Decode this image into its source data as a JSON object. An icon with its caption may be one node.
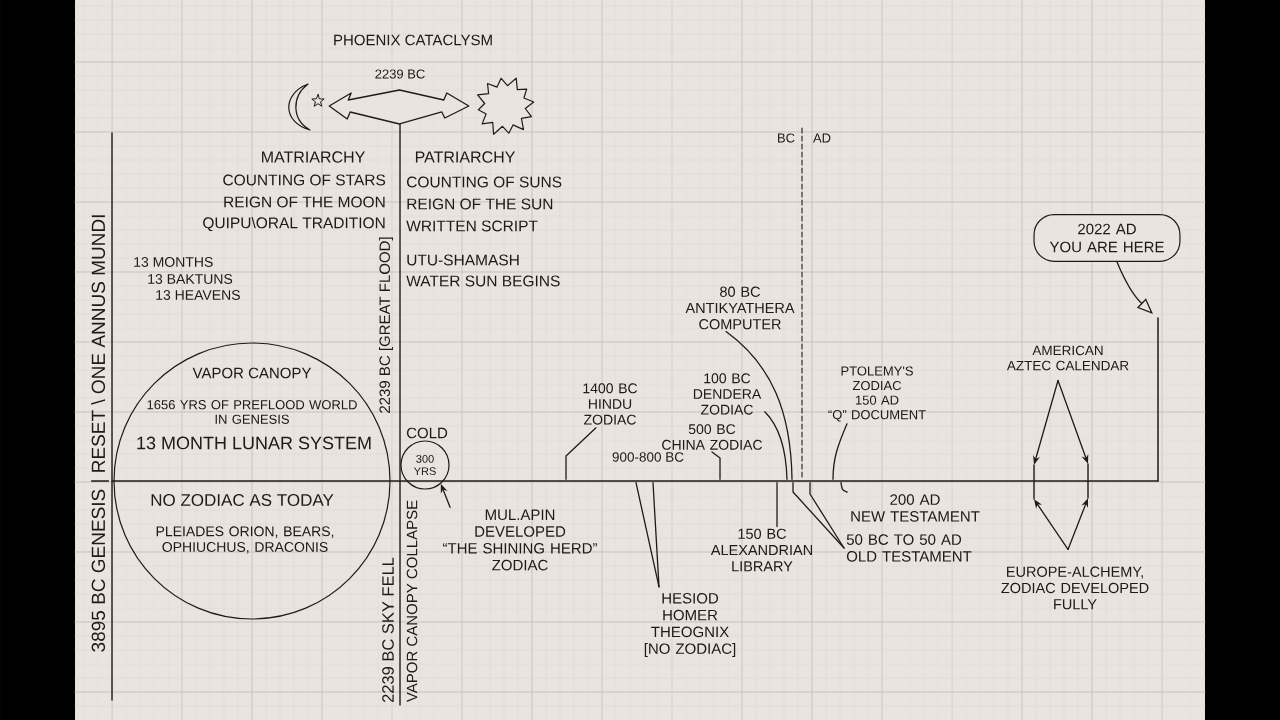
{
  "diagram": {
    "nodes": [
      {
        "text": [],
        "shape": "picture"
      },
      {
        "text": [],
        "shape": "picture"
      },
      {
        "text": [
          "2022 AD YOU ARE HERE"
        ]
      },
      {
        "text": [
          "80 BC ANTIKYATHERA COMPUTER"
        ]
      },
      {
        "text": [
          "AMERICAN AZTEC CALENDAR"
        ]
      },
      {
        "text": [
          "VAPOR CANOPY",
          "1656 YRS OF PREFLOOD WORLD IN GENESIS",
          "13 MONTH LUNAR SYSTEM",
          "NO ZODIAC AS TODAY",
          "PLEIADES ORION, BEARS, OPHIUCHUS, DRACONIS"
        ]
      },
      {
        "text": [
          "PTOLEMY'S ZODIAC 150 AD “Q” DOCUMENT"
        ]
      },
      {
        "text": [
          "1400 BC HINDU ZODIAC"
        ]
      },
      {
        "text": [
          "100 BC DENDERA ZODIAC"
        ]
      },
      {
        "text": [
          "COLD",
          "300 YRS"
        ]
      },
      {
        "text": [
          "500 BC CHINA ZODIAC"
        ]
      },
      {
        "text": [
          "200 AD NEW TESTAMENT"
        ]
      },
      {
        "text": [
          "MUL.APIN DEVELOPED “THE SHINING HERD” ZODIAC"
        ]
      },
      {
        "text": [
          "150 BC ALEXANDRIAN LIBRARY"
        ]
      },
      {
        "text": [
          "50 BC TO 50 AD OLD TESTAMENT"
        ]
      },
      {
        "text": [
          "EUROPE-ALCHEMY, ZODIAC DEVELOPED FULLY"
        ]
      },
      {
        "text": [
          "HESIOD HOMER THEOGNIX [NO ZODIAC]"
        ]
      },
      {
        "text": [],
        "shape": "bar"
      },
      {
        "text": [],
        "shape": "bar"
      },
      {
        "text": [],
        "shape": "line"
      }
    ],
    "edges": [
      {
        "from": 0,
        "to": 1,
        "arrow": "both"
      },
      {
        "from": 2,
        "to": null,
        "arrow": "to"
      },
      {
        "from": 3,
        "to": 19,
        "arrow": "none"
      },
      {
        "from": 4,
        "to": 17,
        "arrow": "to"
      },
      {
        "from": 4,
        "to": 18,
        "arrow": "to"
      },
      {
        "from": 6,
        "to": 19,
        "arrow": "none"
      },
      {
        "from": 7,
        "to": 19,
        "arrow": "none"
      },
      {
        "from": 8,
        "to": 19,
        "arrow": "none"
      },
      {
        "from": 10,
        "to": 19,
        "arrow": "none"
      },
      {
        "from": 11,
        "to": 19,
        "arrow": "none"
      },
      {
        "from": 12,
        "to": 9,
        "arrow": "to"
      },
      {
        "from": 13,
        "to": 19,
        "arrow": "none"
      },
      {
        "from": 14,
        "to": 19,
        "arrow": "none"
      },
      {
        "from": 14,
        "to": 19,
        "arrow": "none"
      },
      {
        "from": 15,
        "to": 17,
        "arrow": "to"
      },
      {
        "from": 15,
        "to": 18,
        "arrow": "to"
      },
      {
        "from": 16,
        "to": 19,
        "arrow": "none"
      },
      {
        "from": 16,
        "to": 19,
        "arrow": "none"
      }
    ],
    "labels": [
      "PHOENIX CATACLYSM",
      "2239 BC",
      "BC",
      "AD",
      "MATRIARCHY",
      "PATRIARCHY",
      "COUNTING OF STARS",
      "COUNTING OF SUNS",
      "REIGN OF THE MOON",
      "REIGN OF THE SUN",
      "QUIPU\\ORAL TRADITION",
      "WRITTEN SCRIPT",
      "3895 BC GENESIS | RESET \\ ONE ANNUS MUNDI",
      "2239 BC [GREAT FLOOD]",
      "UTU-SHAMASH",
      "WATER SUN BEGINS",
      "13 MONTHS",
      "13 BAKTUNS",
      "13 HEAVENS",
      "900-800 BC",
      "2239 BC SKY FELL",
      "VAPOR CANOPY COLLAPSE"
    ]
  }
}
